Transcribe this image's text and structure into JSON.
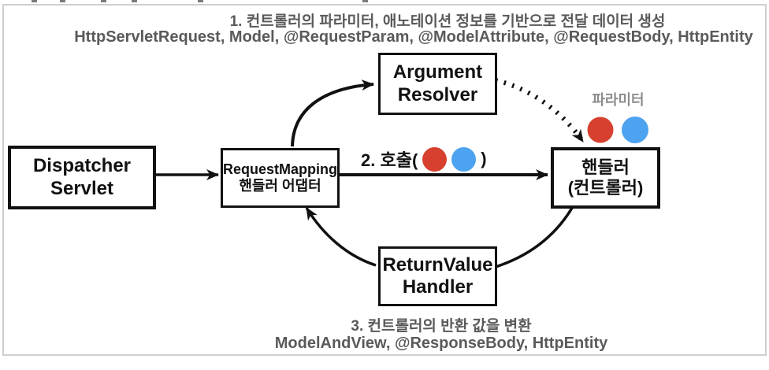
{
  "header": {
    "line1": "1. 컨트롤러의 파라미터, 애노테이션 정보를 기반으로 전달 데이터 생성",
    "line2": "HttpServletRequest, Model, @RequestParam, @ModelAttribute, @RequestBody, HttpEntity"
  },
  "footer": {
    "line1": "3. 컨트롤러의 반환 값을 변환",
    "line2": "ModelAndView, @ResponseBody, HttpEntity"
  },
  "nodes": {
    "dispatcher": {
      "line1": "Dispatcher",
      "line2": "Servlet"
    },
    "adapter": {
      "line1": "RequestMapping",
      "line2": "핸들러 어댑터"
    },
    "argument_resolver": {
      "line1": "Argument",
      "line2": "Resolver"
    },
    "handler": {
      "line1": "핸들러",
      "line2": "(컨트롤러)"
    },
    "return_value_handler": {
      "line1": "ReturnValue",
      "line2": "Handler"
    }
  },
  "labels": {
    "call_prefix": "2. 호출(",
    "call_suffix": ")",
    "parameter": "파라미터"
  },
  "colors": {
    "param_red": "#d7402e",
    "param_blue": "#4da3f0",
    "arrow": "#111111",
    "muted_text": "#5a5a5a",
    "param_label_gray": "#8c8c8c",
    "frame_border": "#cfcfcf"
  }
}
